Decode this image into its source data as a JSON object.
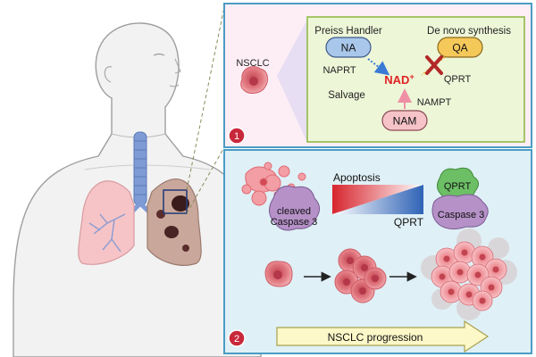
{
  "panel1": {
    "cell_label": "NSCLC",
    "pathways": {
      "preiss_handler": "Preiss Handler",
      "de_novo": "De novo synthesis",
      "salvage": "Salvage"
    },
    "nodes": {
      "na": "NA",
      "qa": "QA",
      "nam": "NAM",
      "nad": "NAD",
      "nad_sup": "+"
    },
    "enzymes": {
      "naprt": "NAPRT",
      "qprt": "QPRT",
      "nampt": "NAMPT"
    },
    "number": "1"
  },
  "panel2": {
    "apoptosis": "Apoptosis",
    "qprt_axis": "QPRT",
    "left_protein": {
      "line1": "cleaved",
      "line2": "Caspase 3"
    },
    "right_protein": {
      "enzyme": "QPRT",
      "caspase": "Caspase 3"
    },
    "progression": "NSCLC progression",
    "number": "2"
  },
  "colors": {
    "panel1_bg": "#fdeef6",
    "panel1_inner_bg": "#eef6d8",
    "panel2_bg": "#dff0f6",
    "border": "#4a9cc4",
    "inner_border": "#8bb63d",
    "na_node": "#a9c7ea",
    "qa_node": "#f5c85a",
    "nam_node": "#f5c3c8",
    "nad_text": "#e02222",
    "cell": "#e06b74",
    "caspase": "#b591c7",
    "qprt_green": "#6dbf66",
    "badge": "#c8283a",
    "arrow_fill": "#fdf8c8"
  }
}
